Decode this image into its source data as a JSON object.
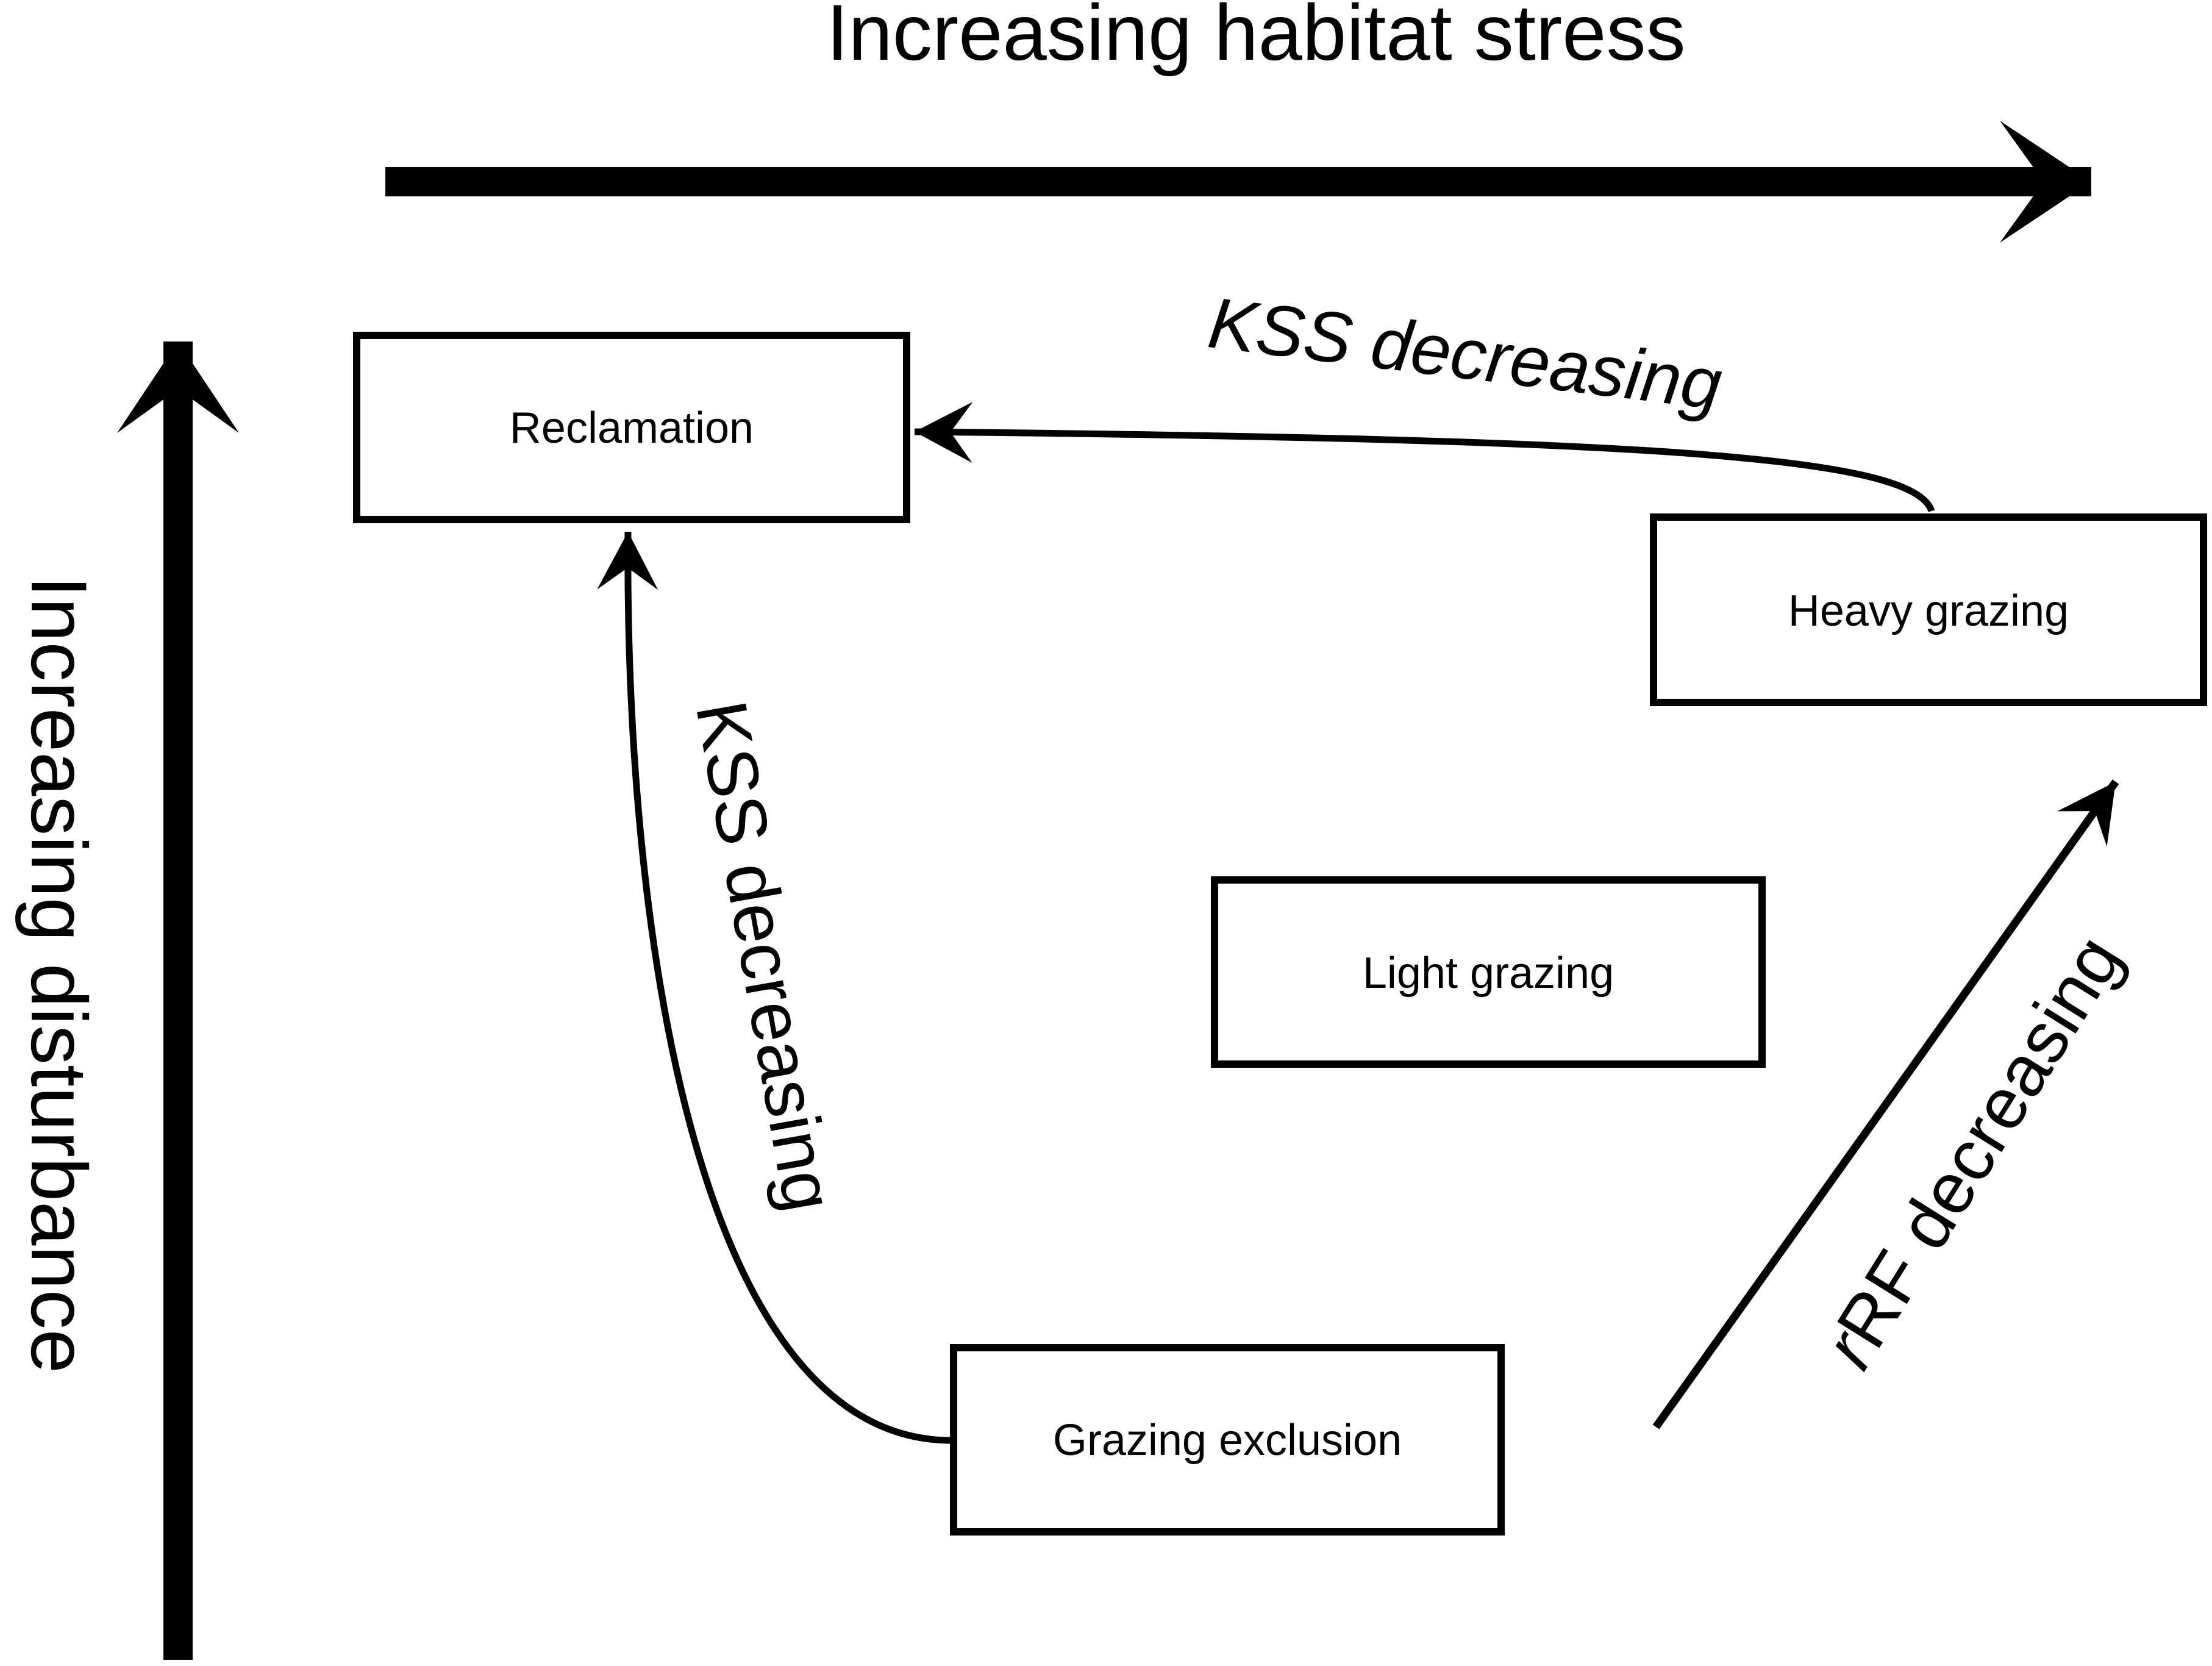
{
  "axes": {
    "x_label": "Increasing habitat stress",
    "y_label": "Increasing disturbance"
  },
  "nodes": {
    "reclamation": "Reclamation",
    "heavy_grazing": "Heavy grazing",
    "light_grazing": "Light grazing",
    "grazing_exclusion": "Grazing exclusion"
  },
  "edges": {
    "heavy_to_reclamation": "KSS decreasing",
    "exclusion_to_reclamation": "KSS decreasing",
    "exclusion_to_heavy_italic": "r",
    "exclusion_to_heavy_rest": "RF decreasing"
  }
}
